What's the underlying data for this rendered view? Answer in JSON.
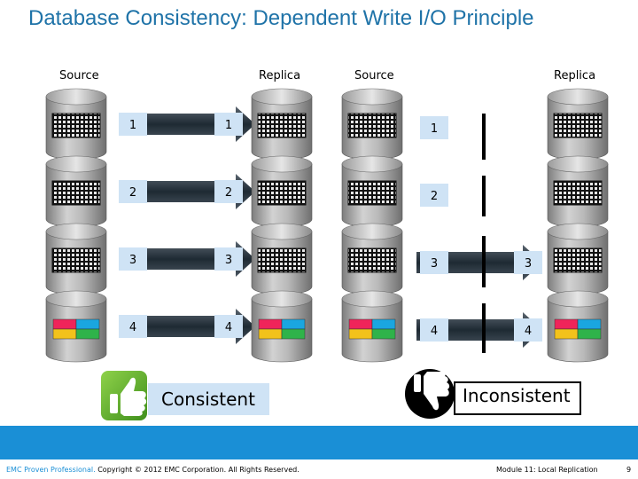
{
  "title": "Database Consistency: Dependent Write I/O Principle",
  "left_panel": {
    "source_label": "Source",
    "replica_label": "Replica",
    "source_numbers": [
      "1",
      "2",
      "3",
      "4"
    ],
    "replica_numbers": [
      "1",
      "2",
      "3",
      "4"
    ],
    "status_label": "Consistent"
  },
  "right_panel": {
    "source_label": "Source",
    "replica_label": "Replica",
    "source_numbers": [
      "1",
      "2",
      "3",
      "4"
    ],
    "replica_numbers": [
      "3",
      "4"
    ],
    "status_label": "Inconsistent"
  },
  "colors": {
    "title": "#1f73a8",
    "arrow": "#2f3b46",
    "badge": "#cfe3f5",
    "footer_bar": "#1a8fd6",
    "block_red": "#f0245a",
    "block_blue": "#1aa6e0",
    "block_yellow": "#f2c21b",
    "block_green": "#2fb34a"
  },
  "footer": {
    "brand": "EMC Proven Professional.",
    "copyright": "Copyright © 2012 EMC Corporation. All Rights Reserved.",
    "module": "Module 11: Local Replication",
    "page": "9"
  }
}
